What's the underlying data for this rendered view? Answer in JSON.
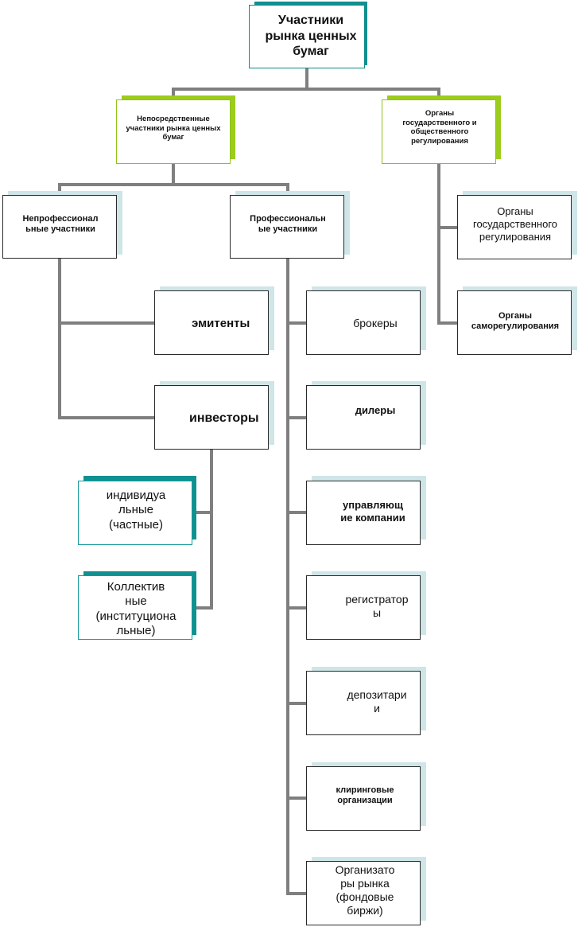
{
  "root": {
    "label": "Участники\nрынка ценных\nбумаг"
  },
  "direct": {
    "label": "Непосредственные\nучастники рынка ценных\nбумаг"
  },
  "regulators": {
    "label": "Органы\nгосударственного и\nобщественного\nрегулирования"
  },
  "nonprofessional": {
    "label": "Непрофессионал\nьные  участники"
  },
  "professional": {
    "label": "Профессиональн\nые участники"
  },
  "state_reg": {
    "label": "Органы\nгосударственного\nрегулирования"
  },
  "self_reg": {
    "label": "Органы\nсаморегулирования"
  },
  "issuers": {
    "label": "эмитенты"
  },
  "investors": {
    "label": "инвесторы"
  },
  "individual": {
    "label": "индивидуа\nльные\n(частные)"
  },
  "collective": {
    "label": "Коллектив\nные\n(институциона\nльные)"
  },
  "professional_types": [
    {
      "label": "брокеры"
    },
    {
      "label": "дилеры"
    },
    {
      "label": "управляющ\nие компании"
    },
    {
      "label": "регистратор\nы"
    },
    {
      "label": "депозитари\nи"
    },
    {
      "label": "клиринговые\nорганизации"
    },
    {
      "label": "Организато\nры рынка\n(фондовые\nбиржи)"
    }
  ]
}
